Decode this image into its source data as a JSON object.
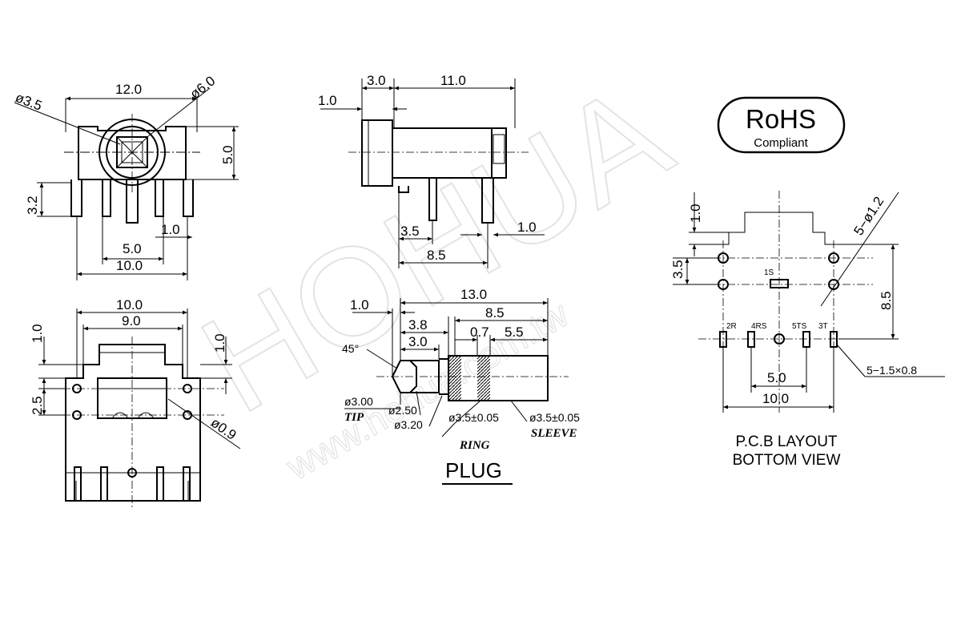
{
  "rohs": {
    "title": "RoHS",
    "subtitle": "Compliant"
  },
  "watermark": {
    "brand": "HOHUA",
    "url": "www.hohua.com.tw"
  },
  "front_view": {
    "dims": {
      "width": "12.0",
      "hole": "ø3.5",
      "outer": "ø6.0",
      "height": "5.0",
      "pin_len": "3.2",
      "pin_pitch": "5.0",
      "pin_offset": "1.0",
      "pin_span": "10.0"
    }
  },
  "side_view": {
    "dims": {
      "flange": "1.0",
      "front": "3.0",
      "body": "11.0",
      "pin_a": "3.5",
      "pin_b": "8.5",
      "pin_w": "1.0"
    }
  },
  "bottom_view": {
    "dims": {
      "width": "10.0",
      "inner": "9.0",
      "top_off": "1.0",
      "right_off": "1.0",
      "pitch": "2.5",
      "hole": "ø0.9"
    }
  },
  "plug": {
    "title": "PLUG",
    "dims": {
      "total": "13.0",
      "tip_off": "1.0",
      "d38": "3.8",
      "d30": "3.0",
      "d85": "8.5",
      "d07": "0.7",
      "d55": "5.5",
      "angle": "45°"
    },
    "labels": {
      "tip_dia": "ø3.00",
      "tip": "TIP",
      "d250": "ø2.50",
      "d320": "ø3.20",
      "ring_dia": "ø3.5±0.05",
      "ring": "RING",
      "sleeve_dia": "ø3.5±0.05",
      "sleeve": "SLEEVE"
    }
  },
  "pcb": {
    "title_line1": "P.C.B LAYOUT",
    "title_line2": "BOTTOM VIEW",
    "dims": {
      "top": "1.0",
      "left": "3.5",
      "holes": "5−ø1.2",
      "height": "8.5",
      "pads": "5−1.5×0.8",
      "pitch": "5.0",
      "span": "10.0"
    },
    "pins": [
      "1S",
      "2R",
      "4RS",
      "5TS",
      "3T"
    ]
  }
}
